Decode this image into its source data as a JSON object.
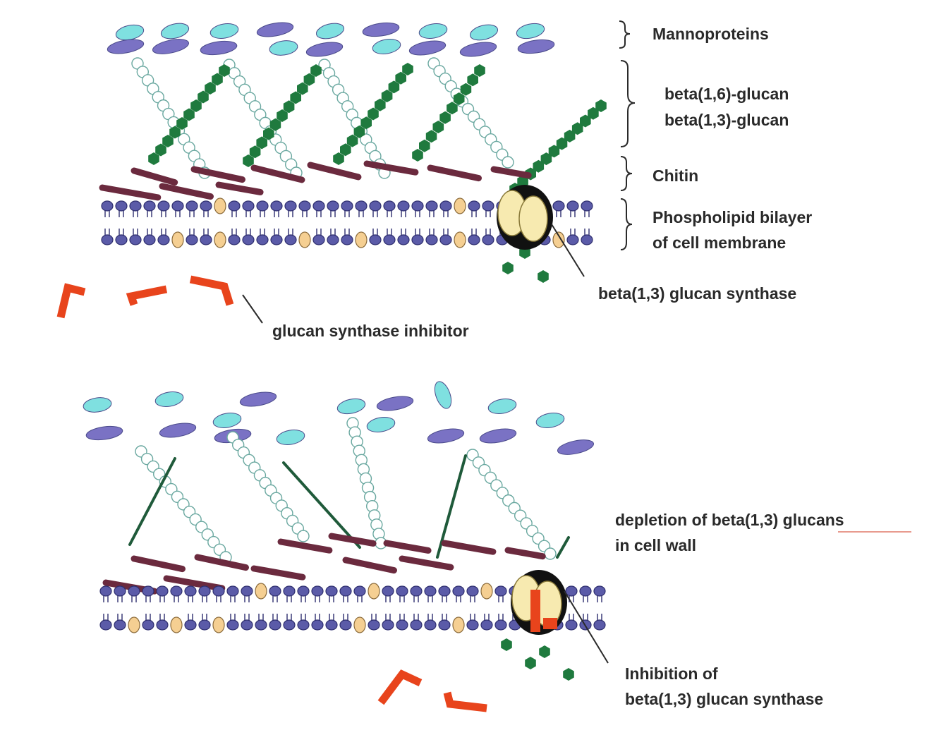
{
  "labels": {
    "mannoproteins": "Mannoproteins",
    "beta16": "beta(1,6)-glucan",
    "beta13": "beta(1,3)-glucan",
    "chitin": "Chitin",
    "phospholipid1": "Phospholipid bilayer",
    "phospholipid2": "of cell membrane",
    "synthase": "beta(1,3) glucan synthase",
    "inhibitor": "glucan synthase inhibitor",
    "depletion1": "depletion of beta(1,3) glucans",
    "depletion2": "in cell wall",
    "inhibition1": "Inhibition of",
    "inhibition2": "beta(1,3) glucan synthase"
  },
  "colors": {
    "mannoprotein_cyan": "#7fe0e0",
    "mannoprotein_purple": "#7a72c4",
    "beta16_glucan": "#1f7a3e",
    "beta13_glucan": "#a8d4d0",
    "chitin": "#6b2a3e",
    "lipid_head": "#5b5ba8",
    "sterol": "#f5cf92",
    "synthase": "#f7eab0",
    "inhibitor": "#e8441c"
  }
}
